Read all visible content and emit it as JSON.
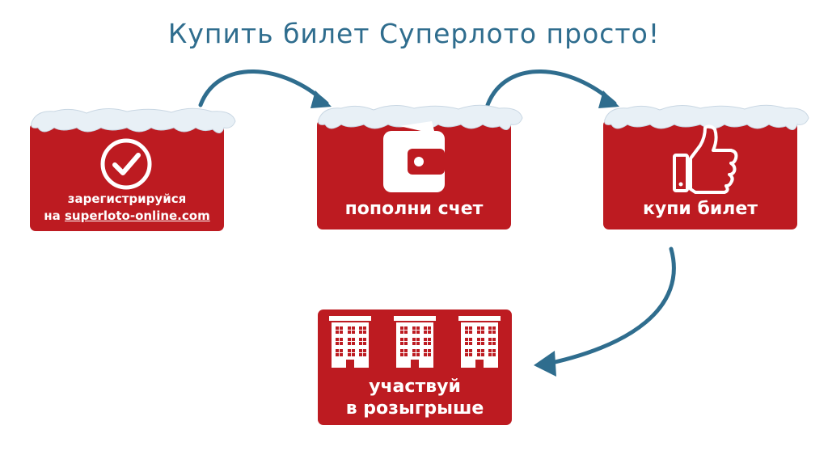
{
  "title": "Купить билет Суперлото просто!",
  "steps": [
    {
      "line1": "зарегистрируйся",
      "line2_prefix": "на ",
      "line2_link": "superloto-online.com",
      "icon": "checkmark-circle-icon"
    },
    {
      "label": "пополни счет",
      "icon": "wallet-icon"
    },
    {
      "label": "купи билет",
      "icon": "thumbs-up-icon"
    },
    {
      "line1": "участвуй",
      "line2": "в розыгрыше",
      "icon": "buildings-icon"
    }
  ],
  "colors": {
    "card": "#bd1b21",
    "title": "#2f6d8e",
    "arrow": "#2f6d8e",
    "snow": "#e8f0f6"
  }
}
